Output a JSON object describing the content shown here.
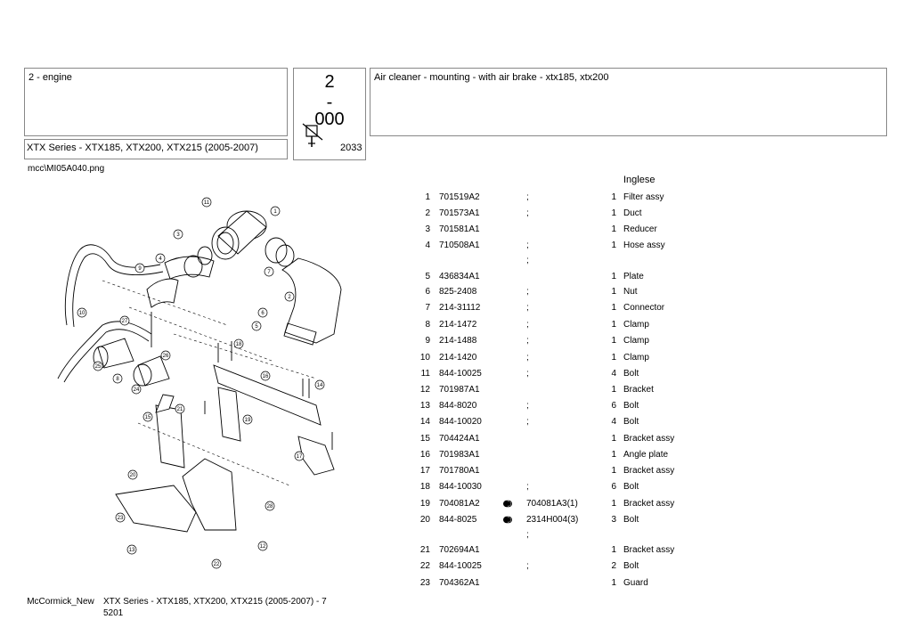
{
  "header": {
    "section": "2 - engine",
    "series": "XTX Series - XTX185, XTX200, XTX215 (2005-2007)",
    "group_number": "2",
    "group_dash": "-",
    "group_cut": "000",
    "group_code": "2033",
    "title": "Air cleaner - mounting - with air brake - xtx185, xtx200"
  },
  "image_name": "mcc\\MI05A040.png",
  "language_header": "Inglese",
  "parts": [
    {
      "pos": "1",
      "code": "701519A2",
      "mark": "",
      "alt": ";",
      "qty": "1",
      "desc": "Filter assy"
    },
    {
      "pos": "2",
      "code": "701573A1",
      "mark": "",
      "alt": ";",
      "qty": "1",
      "desc": "Duct"
    },
    {
      "pos": "3",
      "code": "701581A1",
      "mark": "",
      "alt": "",
      "qty": "1",
      "desc": "Reducer"
    },
    {
      "pos": "4",
      "code": "710508A1",
      "mark": "",
      "alt": ";",
      "alt2": ";",
      "qty": "1",
      "desc": "Hose assy"
    },
    {
      "pos": "5",
      "code": "436834A1",
      "mark": "",
      "alt": "",
      "qty": "1",
      "desc": "Plate"
    },
    {
      "pos": "6",
      "code": "825-2408",
      "mark": "",
      "alt": ";",
      "qty": "1",
      "desc": "Nut"
    },
    {
      "pos": "7",
      "code": "214-31112",
      "mark": "",
      "alt": ";",
      "qty": "1",
      "desc": "Connector"
    },
    {
      "pos": "8",
      "code": "214-1472",
      "mark": "",
      "alt": ";",
      "qty": "1",
      "desc": "Clamp"
    },
    {
      "pos": "9",
      "code": "214-1488",
      "mark": "",
      "alt": ";",
      "qty": "1",
      "desc": "Clamp"
    },
    {
      "pos": "10",
      "code": "214-1420",
      "mark": "",
      "alt": ";",
      "qty": "1",
      "desc": "Clamp"
    },
    {
      "pos": "11",
      "code": "844-10025",
      "mark": "",
      "alt": ";",
      "qty": "4",
      "desc": "Bolt"
    },
    {
      "pos": "12",
      "code": "701987A1",
      "mark": "",
      "alt": "",
      "qty": "1",
      "desc": "Bracket"
    },
    {
      "pos": "13",
      "code": "844-8020",
      "mark": "",
      "alt": ";",
      "qty": "6",
      "desc": "Bolt"
    },
    {
      "pos": "14",
      "code": "844-10020",
      "mark": "",
      "alt": ";",
      "qty": "4",
      "desc": "Bolt"
    },
    {
      "pos": "15",
      "code": "704424A1",
      "mark": "",
      "alt": "",
      "qty": "1",
      "desc": "Bracket assy"
    },
    {
      "pos": "16",
      "code": "701983A1",
      "mark": "",
      "alt": "",
      "qty": "1",
      "desc": "Angle plate"
    },
    {
      "pos": "17",
      "code": "701780A1",
      "mark": "",
      "alt": "",
      "qty": "1",
      "desc": "Bracket assy"
    },
    {
      "pos": "18",
      "code": "844-10030",
      "mark": "",
      "alt": ";",
      "qty": "6",
      "desc": "Bolt"
    },
    {
      "pos": "19",
      "code": "704081A2",
      "mark": "half-filled-circle-icon",
      "alt": "704081A3(1)",
      "qty": "1",
      "desc": "Bracket assy"
    },
    {
      "pos": "20",
      "code": "844-8025",
      "mark": "half-filled-circle-icon",
      "alt": "2314H004(3)",
      "alt2": ";",
      "qty": "3",
      "desc": "Bolt"
    },
    {
      "pos": "21",
      "code": "702694A1",
      "mark": "",
      "alt": "",
      "qty": "1",
      "desc": "Bracket assy"
    },
    {
      "pos": "22",
      "code": "844-10025",
      "mark": "",
      "alt": ";",
      "qty": "2",
      "desc": "Bolt"
    },
    {
      "pos": "23",
      "code": "704362A1",
      "mark": "",
      "alt": "",
      "qty": "1",
      "desc": "Guard"
    }
  ],
  "diagram_callouts": [
    "1",
    "2",
    "3",
    "4",
    "5",
    "6",
    "7",
    "8",
    "9",
    "10",
    "11",
    "12",
    "13",
    "14",
    "15",
    "16",
    "17",
    "18",
    "19",
    "20",
    "21",
    "22",
    "23",
    "24",
    "25",
    "26",
    "27",
    "28"
  ],
  "footer": {
    "brand": "McCormick_New",
    "series_page": "XTX Series - XTX185, XTX200, XTX215 (2005-2007) - 7  5201"
  }
}
